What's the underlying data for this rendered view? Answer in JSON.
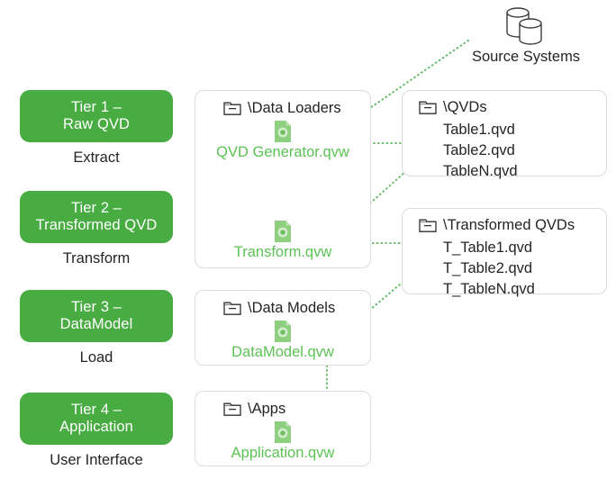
{
  "diagram": {
    "title": "QlikView multi-tier data architecture",
    "accent_green": "#49ac43",
    "file_green": "#5cc254",
    "text_dark": "#242424",
    "card_border": "#dcdcdc",
    "arrow_green": "#4caf50"
  },
  "tiers": [
    {
      "line1": "Tier 1 –",
      "line2": "Raw QVD",
      "caption": "Extract"
    },
    {
      "line1": "Tier 2 –",
      "line2": "Transformed QVD",
      "caption": "Transform"
    },
    {
      "line1": "Tier 3 –",
      "line2": "DataModel",
      "caption": "Load"
    },
    {
      "line1": "Tier 4 –",
      "line2": "Application",
      "caption": "User Interface"
    }
  ],
  "source_systems": {
    "label": "Source Systems",
    "icon": "database-cylinders-icon"
  },
  "folders": {
    "data_loaders": {
      "icon": "folder-icon",
      "title": "\\Data Loaders",
      "files": [
        {
          "icon": "qvw-file-icon",
          "label": "QVD Generator.qvw"
        },
        {
          "icon": "qvw-file-icon",
          "label": "Transform.qvw"
        }
      ]
    },
    "qvds": {
      "icon": "folder-icon",
      "title": "\\QVDs",
      "files": [
        "Table1.qvd",
        "Table2.qvd",
        "TableN.qvd"
      ]
    },
    "transformed_qvds": {
      "icon": "folder-icon",
      "title": "\\Transformed QVDs",
      "files": [
        "T_Table1.qvd",
        "T_Table2.qvd",
        "T_TableN.qvd"
      ]
    },
    "data_models": {
      "icon": "folder-icon",
      "title": "\\Data Models",
      "files": [
        {
          "icon": "qvw-file-icon",
          "label": "DataModel.qvw"
        }
      ]
    },
    "apps": {
      "icon": "folder-icon",
      "title": "\\Apps",
      "files": [
        {
          "icon": "qvw-file-icon",
          "label": "Application.qvw"
        }
      ]
    }
  },
  "flows": [
    {
      "from": "Source Systems",
      "to": "QVD Generator.qvw",
      "style": "dotted-diagonal"
    },
    {
      "from": "QVD Generator.qvw",
      "to": "\\QVDs",
      "style": "dotted-horizontal"
    },
    {
      "from": "\\QVDs",
      "to": "Transform.qvw",
      "style": "dotted-diagonal"
    },
    {
      "from": "Transform.qvw",
      "to": "\\Transformed QVDs",
      "style": "dotted-horizontal"
    },
    {
      "from": "\\Transformed QVDs",
      "to": "DataModel.qvw",
      "style": "dotted-diagonal"
    },
    {
      "from": "DataModel.qvw",
      "to": "Application.qvw",
      "style": "dotted-vertical"
    }
  ]
}
